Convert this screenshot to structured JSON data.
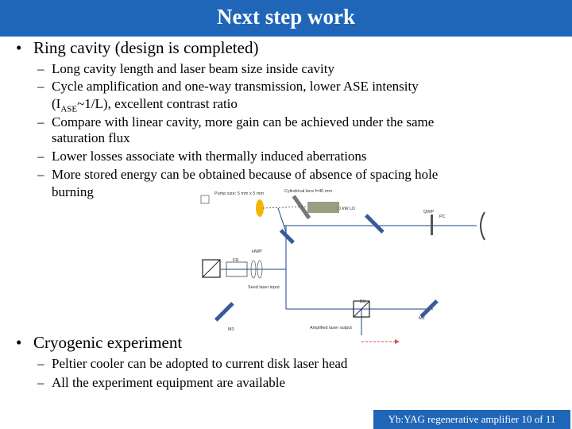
{
  "slide": {
    "title": "Next step work",
    "bullets": {
      "ring": "Ring cavity (design is completed)",
      "cryo": "Cryogenic experiment"
    },
    "ring_sub": [
      "Long cavity length and laser beam size inside cavity",
      "Cycle amplification and one-way transmission, lower ASE intensity",
      "Compare with linear cavity, more gain can be achieved under the same",
      "Lower losses associate with thermally induced aberrations",
      "More stored energy can be obtained because of absence of spacing hole"
    ],
    "ring_cont": {
      "ase_open": "(I",
      "ase_sub": "ASE",
      "ase_tail": "~1/L), excellent contrast ratio",
      "flux": "saturation flux",
      "burning": "burning"
    },
    "cryo_sub": [
      "Peltier cooler can be adopted to current disk laser head",
      "All the experiment equipment are available"
    ],
    "diagram": {
      "pump_label": "Pump size: 5 mm x 5 mm",
      "lens_label": "Cylindrical lens f=40 mm",
      "power_label": "10 kW LD",
      "qwp_label": "QWP",
      "pc_label": "PC",
      "fr_label": "FR",
      "hwp_label": "HWP",
      "seed_label": "Seed laser input",
      "bs_label": "BS",
      "m3_label": "M3",
      "m2_label": "M2",
      "out_label": "Amplified laser output"
    },
    "footer": "Yb:YAG regenerative amplifier 10 of 11",
    "colors": {
      "title_bar": "#1f66b8",
      "footer_bar": "#1f66b8",
      "beam": "#1f3f8f",
      "crystal": "#f2b705"
    }
  }
}
